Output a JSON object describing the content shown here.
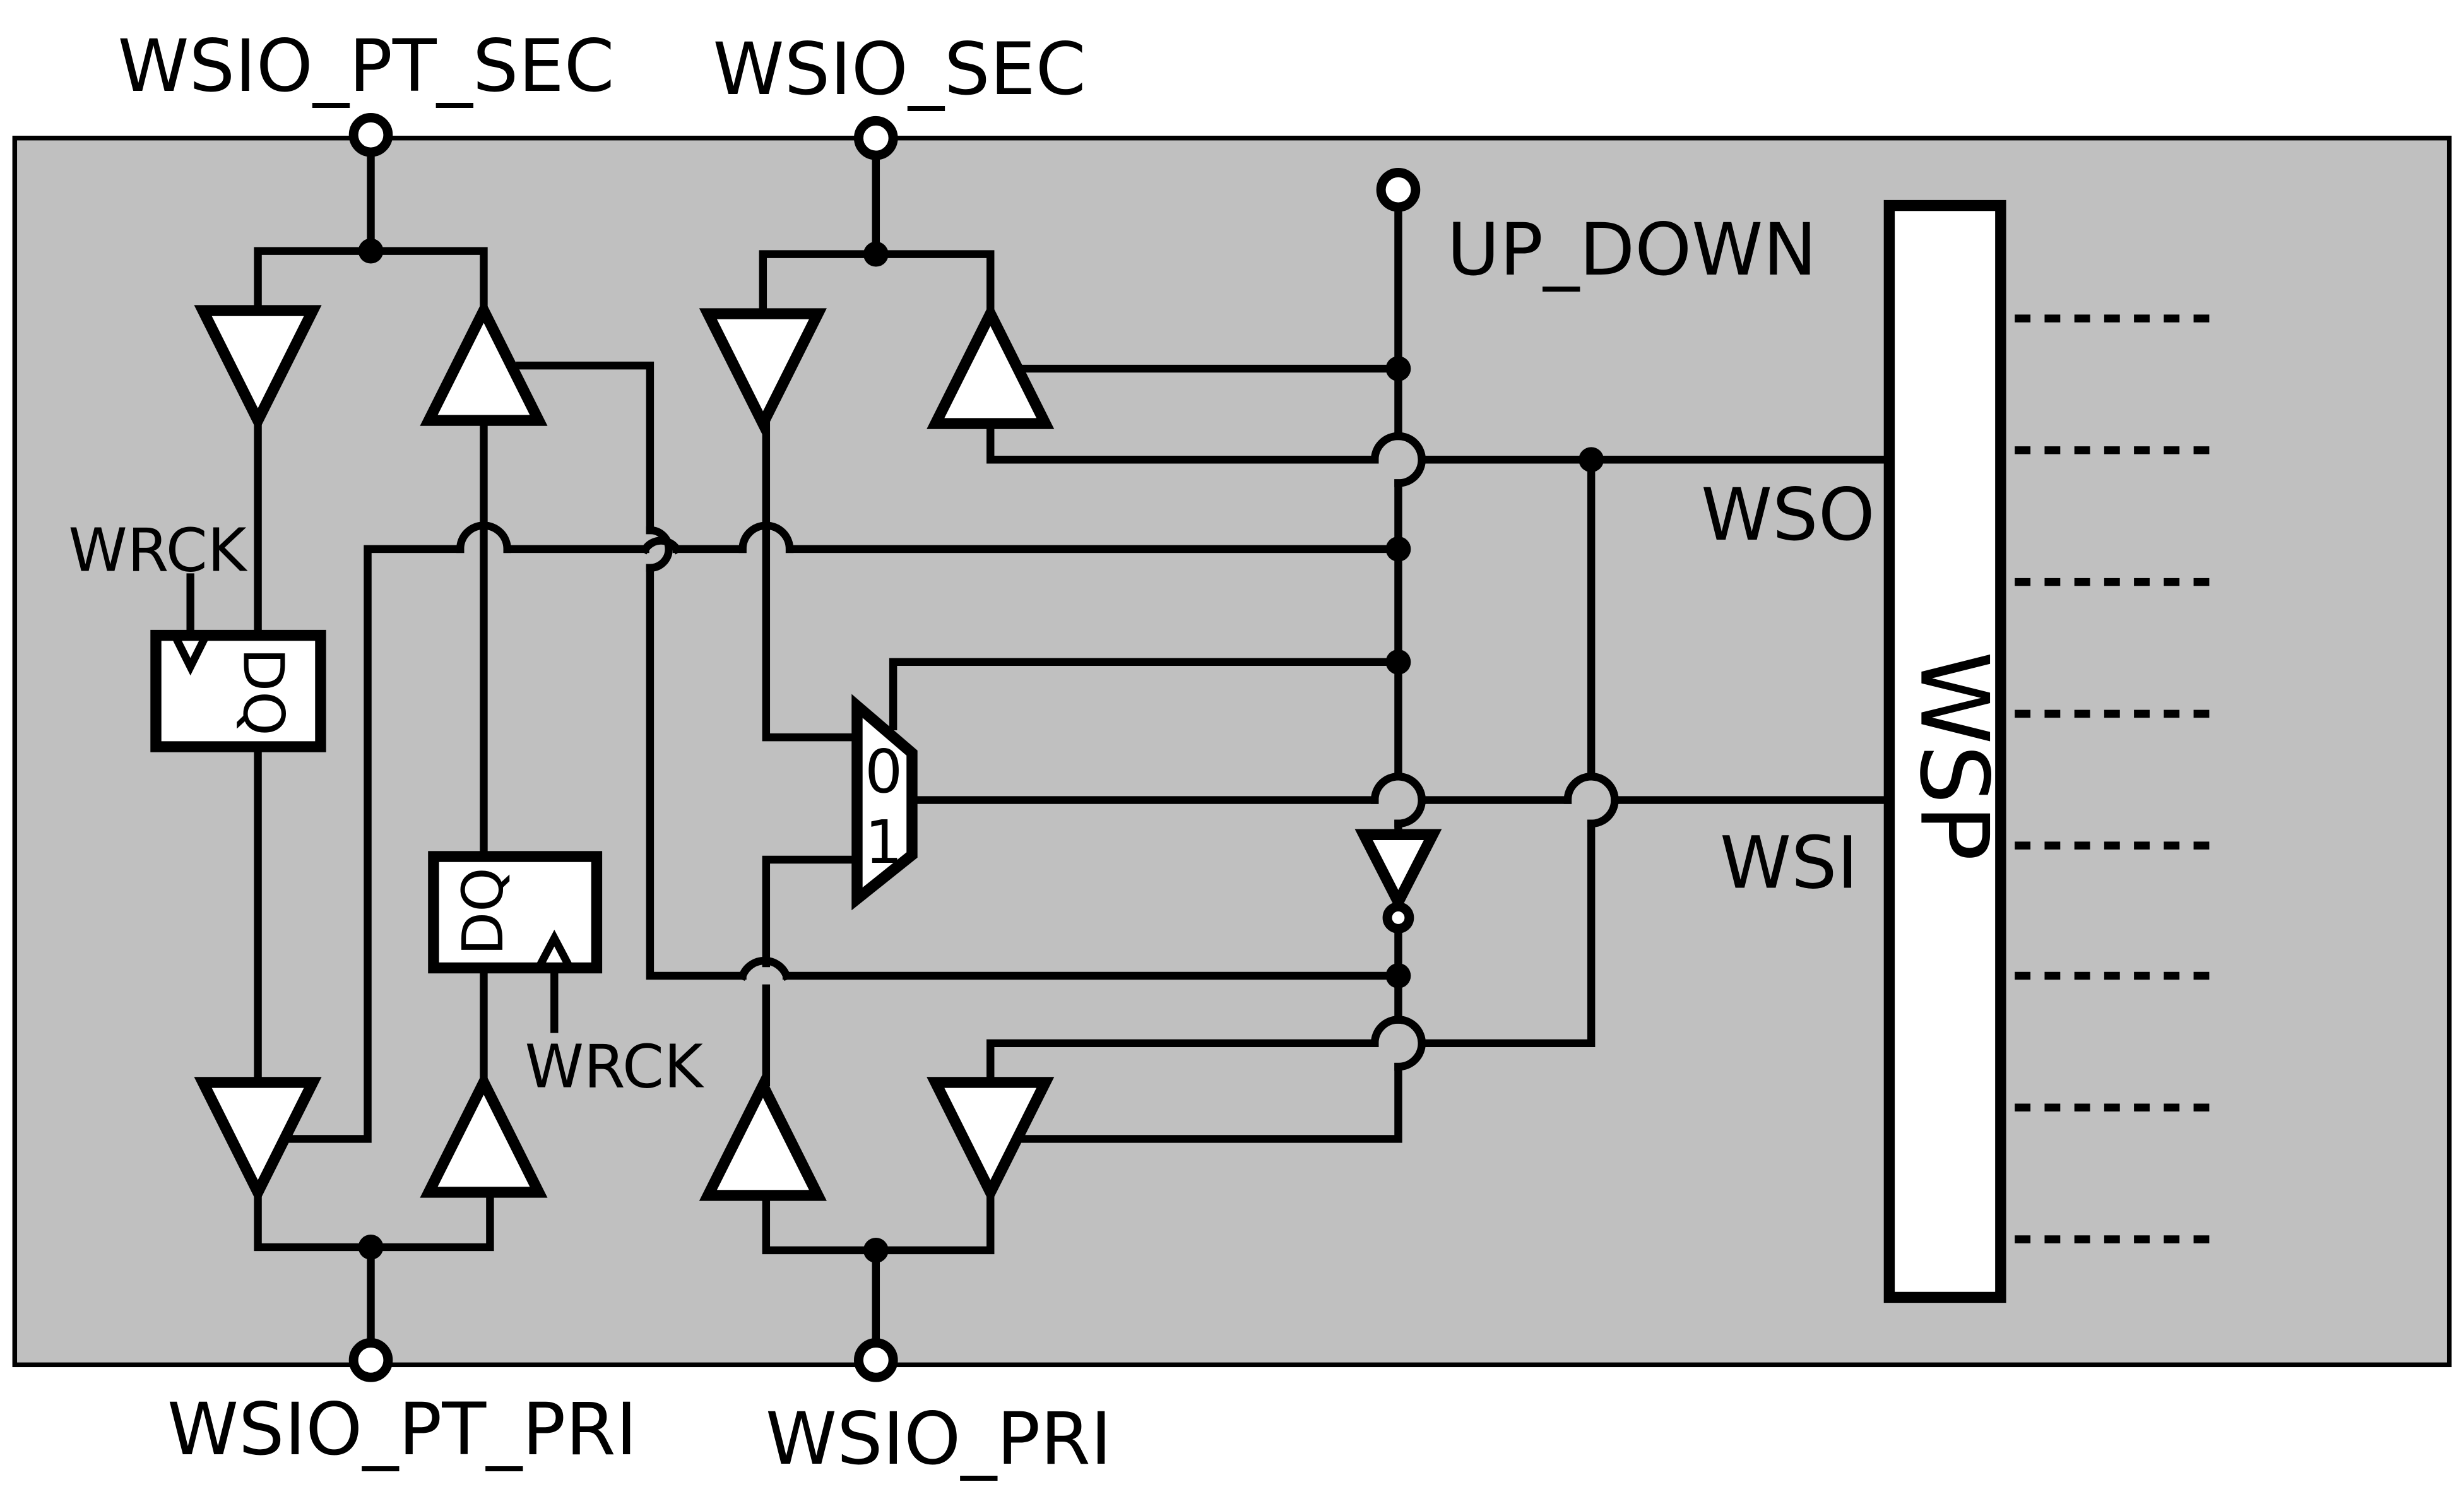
{
  "ports": {
    "wsio_pt_sec": "WSIO_PT_SEC",
    "wsio_sec": "WSIO_SEC",
    "wsio_pt_pri": "WSIO_PT_PRI",
    "wsio_pri": "WSIO_PRI",
    "up_down": "UP_DOWN"
  },
  "signals": {
    "wso": "WSO",
    "wsi": "WSI",
    "wrck_left": "WRCK",
    "wrck_right": "WRCK"
  },
  "blocks": {
    "wsp": "WSP",
    "ff_left": "DQ",
    "ff_right": "DQ"
  },
  "mux": {
    "input0": "0",
    "input1": "1"
  },
  "colors": {
    "background": "#c0c0c0",
    "line": "#000000",
    "fill": "#ffffff"
  }
}
